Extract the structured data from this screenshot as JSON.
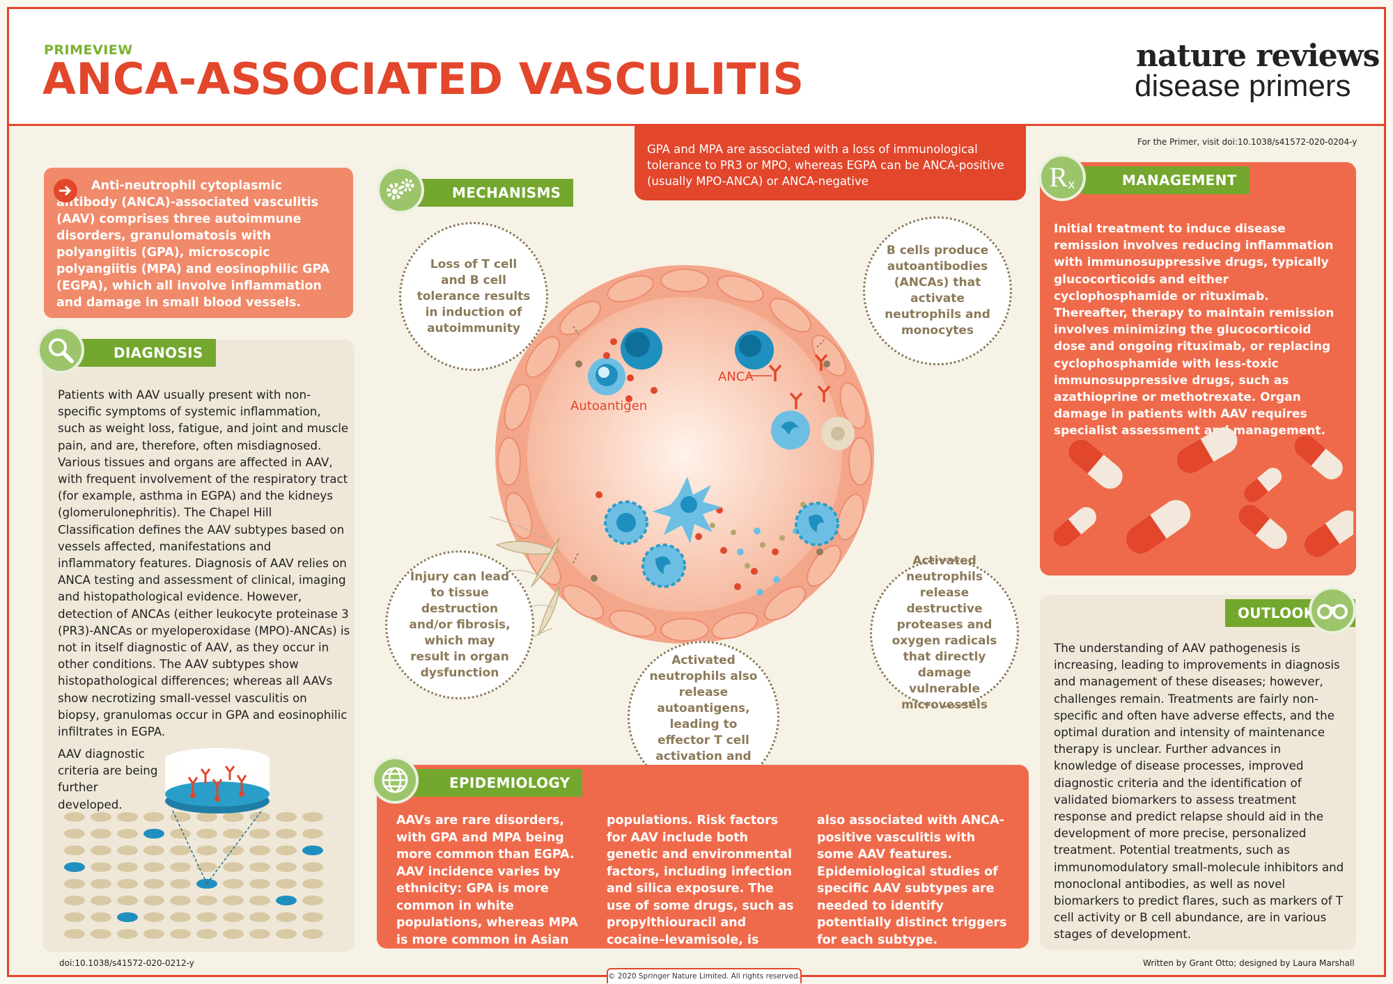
{
  "header": {
    "kicker": "PRIMEVIEW",
    "title": "ANCA-ASSOCIATED VASCULITIS",
    "brand_line1": "nature reviews",
    "brand_line2": "disease primers"
  },
  "primer_link": "For the Primer, visit doi:10.1038/s41572-020-0204-y",
  "intro": "Anti-neutrophil cytoplasmic antibody (ANCA)-associated vasculitis (AAV) comprises three autoimmune disorders, granulomatosis with polyangiitis (GPA), microscopic polyangiitis (MPA) and eosinophilic GPA (EGPA), which all involve inflammation and damage in small blood vessels.",
  "top_banner": "GPA and MPA are associated with a loss of immunological tolerance to PR3 or MPO, whereas EGPA can be ANCA-positive (usually MPO-ANCA) or ANCA-negative",
  "diagnosis": {
    "tab": "DIAGNOSIS",
    "text": "Patients with AAV usually present with non-specific symptoms of systemic inflammation, such as weight loss, fatigue, and joint and muscle pain, and are, therefore, often misdiagnosed. Various tissues and organs are affected in AAV, with frequent involvement of the respiratory tract (for example, asthma in EGPA) and the kidneys (glomerulonephritis). The Chapel Hill Classification defines the AAV subtypes based on vessels affected, manifestations and inflammatory features. Diagnosis of AAV relies on ANCA testing and assessment of clinical, imaging and histopathological evidence. However, detection of ANCAs (either leukocyte proteinase 3 (PR3)-ANCAs or myeloperoxidase (MPO)-ANCAs) is not in itself diagnostic of AAV, as they occur in other conditions. The AAV subtypes show histopathological differences; whereas all AAVs show necrotizing small-vessel vasculitis on biopsy, granulomas occur in GPA and eosinophilic infiltrates in EGPA.",
    "text2": "AAV diagnostic criteria are being further developed."
  },
  "mechanisms": {
    "tab": "MECHANISMS",
    "bubble_tl": "Loss of T cell and B cell tolerance results in induction of autoimmunity",
    "bubble_tr": "B cells produce autoantibodies (ANCAs) that activate neutrophils and monocytes",
    "bubble_bl": "Injury can lead to tissue destruction and/or fibrosis, which may result in organ dysfunction",
    "bubble_bm": "Activated neutrophils also release autoantigens, leading to effector T cell activation and further damage",
    "bubble_br": "Activated neutrophils release destructive proteases and oxygen radicals that directly damage vulnerable microvessels",
    "label_anca": "ANCA",
    "label_autoantigen": "Autoantigen"
  },
  "management": {
    "tab": "MANAGEMENT",
    "icon_text": "R",
    "icon_sub": "x",
    "text": "Initial treatment to induce disease remission involves reducing inflammation with immunosuppressive drugs, typically glucocorticoids and either cyclophosphamide or rituximab. Thereafter, therapy to maintain remission involves minimizing the glucocorticoid dose and ongoing rituximab, or replacing cyclophosphamide with less-toxic immunosuppressive drugs, such as azathioprine or methotrexate. Organ damage in patients with AAV requires specialist assessment and management."
  },
  "outlook": {
    "tab": "OUTLOOK",
    "text": "The understanding of AAV pathogenesis is increasing, leading to improvements in diagnosis and management of these diseases; however, challenges remain. Treatments are fairly non-specific and often have adverse effects, and the optimal duration and intensity of maintenance therapy is unclear. Further advances in knowledge of disease processes, improved diagnostic criteria and the identification of validated biomarkers to assess treatment response and predict relapse should aid in the development of more precise, personalized treatment. Potential treatments, such as immunomodulatory small-molecule inhibitors and monoclonal antibodies, as well as novel biomarkers to predict flares, such as markers of T cell activity or B cell abundance, are in various stages of development."
  },
  "epidemiology": {
    "tab": "EPIDEMIOLOGY",
    "col1": "AAVs are rare disorders, with GPA and MPA being more common than EGPA. AAV incidence varies by ethnicity: GPA is more common in white populations, whereas MPA is more common in Asian",
    "col2": "populations. Risk factors for AAV include both genetic and environmental factors, including infection and silica exposure. The use of some drugs, such as propylthiouracil and cocaine–levamisole, is",
    "col3": "also associated with ANCA-positive vasculitis with some AAV features. Epidemiological studies of specific AAV subtypes are needed to identify potentially distinct triggers for each subtype."
  },
  "footer": {
    "doi": "doi:10.1038/s41572-020-0212-y",
    "copyright": "© 2020 Springer Nature Limited. All rights reserved.",
    "credits": "Written by Grant Otto; designed by Laura Marshall"
  },
  "colors": {
    "accent_red": "#e2462b",
    "green": "#73a72d",
    "panel_red": "#ef6a4b",
    "cell_blue": "#1f8fbf"
  }
}
